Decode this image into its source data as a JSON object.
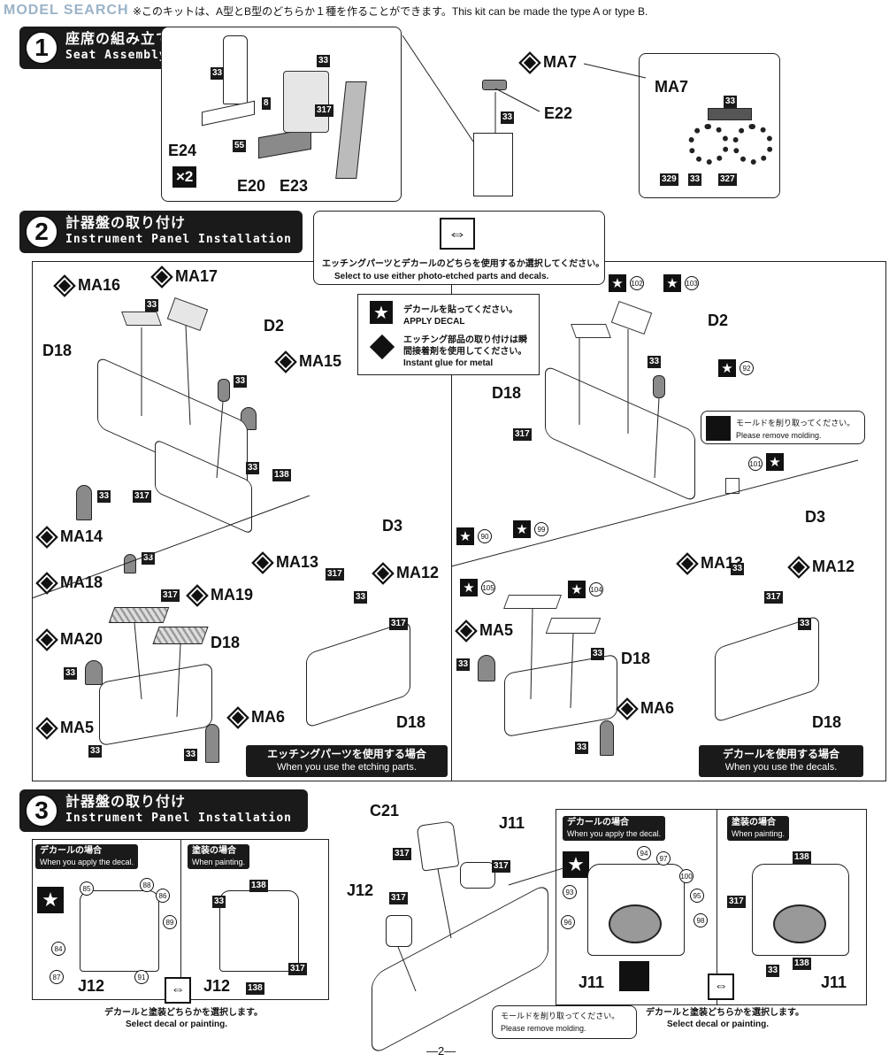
{
  "header": {
    "watermark": "MODEL SEARCH",
    "note": "※このキットは、A型とB型のどちらか１種を作ることができます。This kit can be made the type A or type B."
  },
  "step1": {
    "number": "1",
    "title_jp": "座席の組み立て",
    "title_en": "Seat Assembly",
    "parts": [
      "E24",
      "E20",
      "E23",
      "E22",
      "MA7"
    ],
    "qty": "×2",
    "colors": [
      "33",
      "8",
      "317",
      "55",
      "33",
      "33",
      "329",
      "33",
      "327"
    ]
  },
  "step2": {
    "number": "2",
    "title_jp": "計器盤の取り付け",
    "title_en": "Instrument Panel Installation",
    "select_jp": "エッチングパーツとデカールのどちらを使用するか選択してください。",
    "select_en": "Select to use either photo-etched parts and decals.",
    "legend_decal_jp": "デカールを貼ってください。",
    "legend_decal_en": "APPLY DECAL",
    "legend_glue_jp": "エッチング部品の取り付けは瞬間接着剤を使用してください。",
    "legend_glue_en": "Instant glue for metal",
    "mold_jp": "モールドを削り取ってください。",
    "mold_en": "Please remove molding.",
    "left_parts": [
      "MA16",
      "MA17",
      "D2",
      "MA15",
      "D18",
      "MA14",
      "MA18",
      "MA13",
      "D3",
      "MA12",
      "MA20",
      "MA19",
      "D18",
      "MA5",
      "MA6",
      "D18"
    ],
    "right_parts": [
      "D2",
      "D18",
      "D3",
      "MA13",
      "MA12",
      "MA5",
      "D18",
      "MA6",
      "D18"
    ],
    "decal_nums": [
      "102",
      "103",
      "92",
      "101",
      "90",
      "99",
      "105",
      "104"
    ],
    "etch_caption_jp": "エッチングパーツを使用する場合",
    "etch_caption_en": "When you use the etching parts.",
    "decal_caption_jp": "デカールを使用する場合",
    "decal_caption_en": "When you use the decals.",
    "color_chips": [
      "33",
      "33",
      "33",
      "138",
      "317",
      "33",
      "33",
      "317",
      "33",
      "33",
      "33",
      "317",
      "33",
      "317",
      "33",
      "317",
      "33",
      "33",
      "33",
      "33",
      "317",
      "33"
    ]
  },
  "step3": {
    "number": "3",
    "title_jp": "計器盤の取り付け",
    "title_en": "Instrument Panel Installation",
    "decal_jp": "デカールの場合",
    "decal_en": "When you apply the decal.",
    "paint_jp": "塗装の場合",
    "paint_en": "When painting.",
    "parts": [
      "J12",
      "J12",
      "C21",
      "J11",
      "J12",
      "J11",
      "J11"
    ],
    "decal_nums_left": [
      "85",
      "88",
      "86",
      "89",
      "84",
      "87",
      "91"
    ],
    "decal_nums_right": [
      "94",
      "97",
      "100",
      "93",
      "95",
      "96",
      "98"
    ],
    "chips": [
      "138",
      "33",
      "317",
      "138",
      "317",
      "317",
      "317",
      "138",
      "317",
      "33",
      "138"
    ],
    "select_jp": "デカールと塗装どちらかを選択します。",
    "select_en": "Select decal or painting.",
    "mold_jp": "モールドを削り取ってください。",
    "mold_en": "Please remove molding."
  },
  "footer": {
    "page": "—2—"
  }
}
